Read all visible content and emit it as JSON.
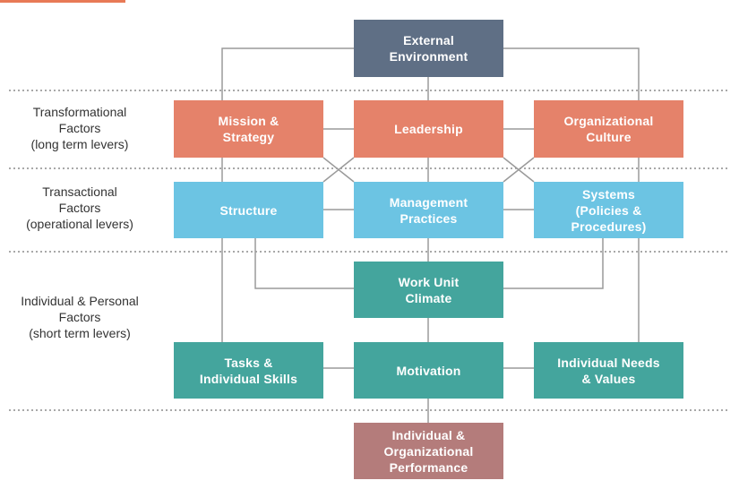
{
  "colors": {
    "header": "#5f6f85",
    "transformational": "#e5826a",
    "transactional": "#6cc4e3",
    "individual": "#44a59d",
    "performance": "#b47c7b",
    "connector": "#9a9a9a"
  },
  "side_labels": {
    "transformational": "Transformational\nFactors\n(long term levers)",
    "transactional": "Transactional\nFactors\n(operational levers)",
    "individual": "Individual & Personal\nFactors\n(short term levers)"
  },
  "boxes": {
    "external_environment": "External\nEnvironment",
    "mission_strategy": "Mission &\nStrategy",
    "leadership": "Leadership",
    "organizational_culture": "Organizational\nCulture",
    "structure": "Structure",
    "management_practices": "Management\nPractices",
    "systems": "Systems\n(Policies &\nProcedures)",
    "work_unit_climate": "Work Unit\nClimate",
    "tasks_skills": "Tasks &\nIndividual Skills",
    "motivation": "Motivation",
    "individual_needs": "Individual Needs\n& Values",
    "performance": "Individual &\nOrganizational\nPerformance"
  }
}
